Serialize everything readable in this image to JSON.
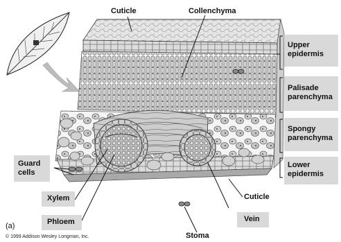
{
  "labels": {
    "cuticle_top": "Cuticle",
    "collenchyma": "Collenchyma",
    "upper_epidermis": [
      "Upper",
      "epidermis"
    ],
    "palisade": [
      "Palisade",
      "parenchyma"
    ],
    "spongy": [
      "Spongy",
      "parenchyma"
    ],
    "lower_epidermis": [
      "Lower",
      "epidermis"
    ],
    "guard_cells": [
      "Guard",
      "cells"
    ],
    "xylem": "Xylem",
    "phloem": "Phloem",
    "vein": "Vein",
    "cuticle_bottom": "Cuticle",
    "stoma": "Stoma",
    "panel": "(a)",
    "copyright": "© 1999 Addison Wesley Longman, Inc."
  },
  "colors": {
    "box_fill": "#d9d9d9",
    "tissue_light": "#e4e4e4",
    "tissue_mid": "#bdbdbd",
    "tissue_dark": "#777777",
    "arrow": "#bfbfbf"
  }
}
